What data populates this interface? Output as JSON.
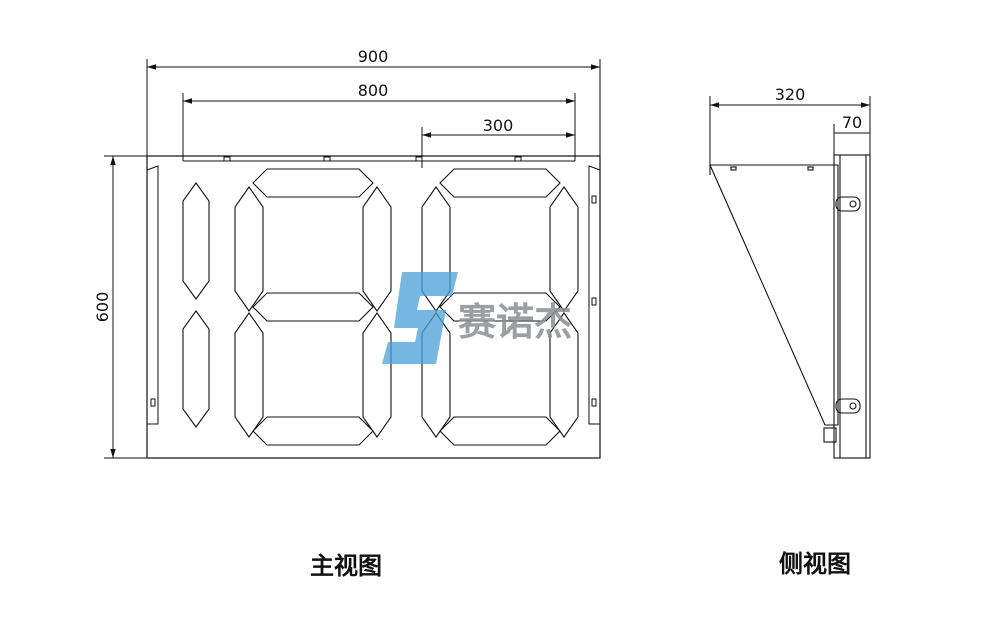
{
  "front_view": {
    "caption": "主视图",
    "dim_width_overall": "900",
    "dim_width_inner": "800",
    "dim_digit_width": "300",
    "dim_height": "600"
  },
  "side_view": {
    "caption": "侧视图",
    "dim_depth": "320",
    "dim_panel_thickness": "70"
  },
  "watermark": {
    "text": "赛诺杰",
    "logo_color": "#4a9fd8",
    "text_color": "#8a8f93"
  }
}
